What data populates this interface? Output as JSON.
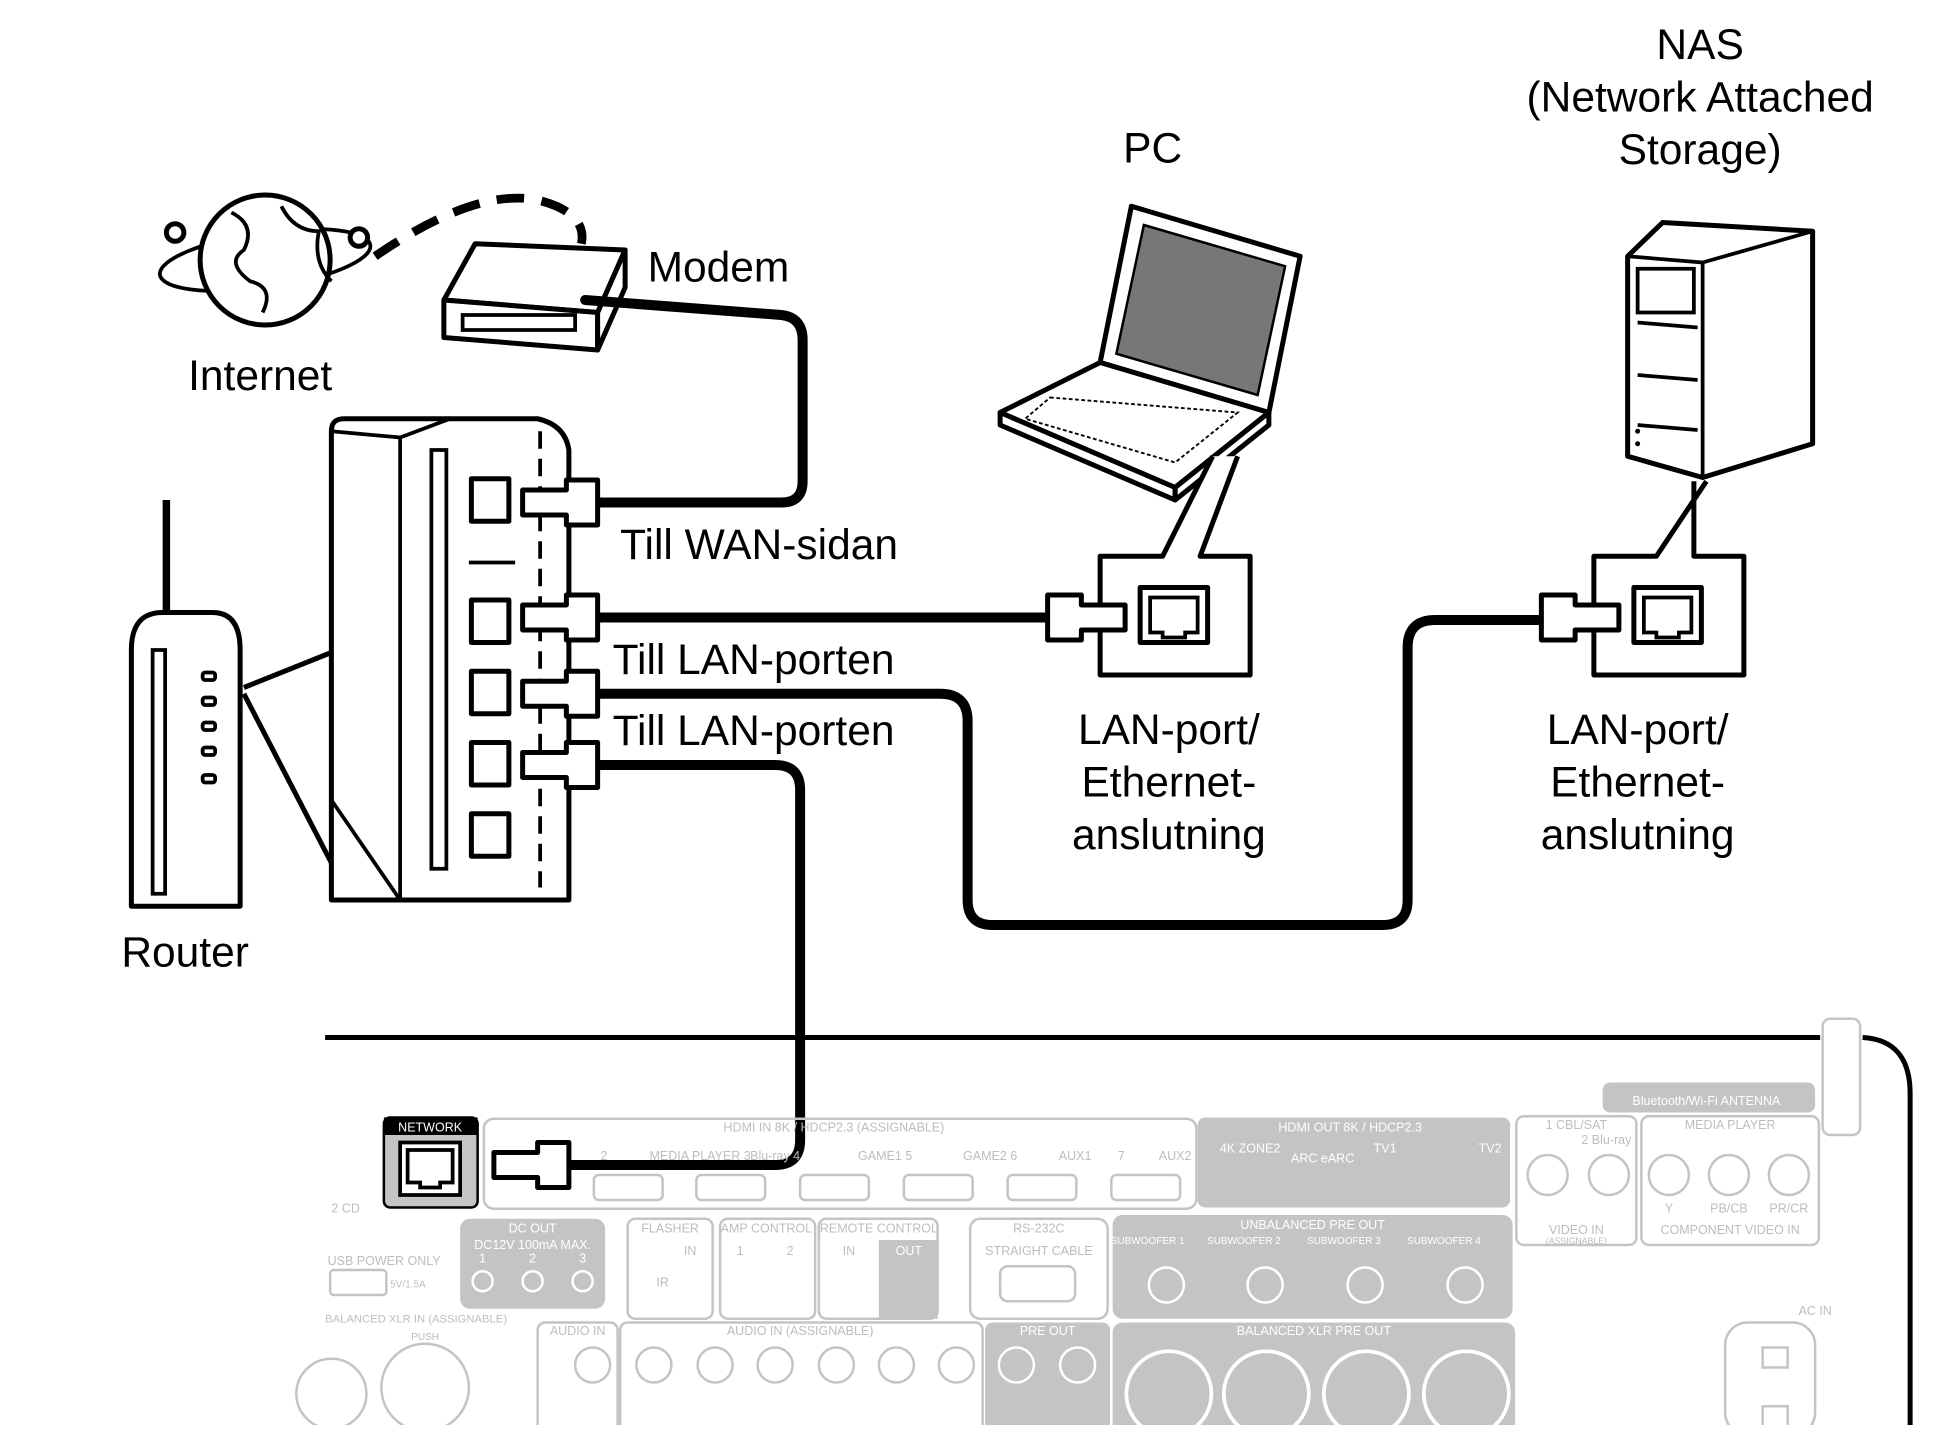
{
  "labels": {
    "nas_line1": "NAS",
    "nas_line2": "(Network Attached",
    "nas_line3": "Storage)",
    "pc": "PC",
    "modem": "Modem",
    "internet": "Internet",
    "router": "Router",
    "till_wan": "Till WAN-sidan",
    "till_lan_1": "Till LAN-porten",
    "till_lan_2": "Till LAN-porten",
    "pc_port_line1": "LAN-port/",
    "pc_port_line2": "Ethernet-",
    "pc_port_line3": "anslutning",
    "nas_port_line1": "LAN-port/",
    "nas_port_line2": "Ethernet-",
    "nas_port_line3": "anslutning"
  },
  "receiver_panel": {
    "network": "NETWORK",
    "hdmi_in": "HDMI IN  8K / HDCP2.3 (ASSIGNABLE)",
    "hdmi_inputs": [
      "2",
      "MEDIA PLAYER 3",
      "Blu-ray 4",
      "GAME1 5",
      "GAME2 6",
      "AUX1",
      "7",
      "AUX2"
    ],
    "hdmi_out": "HDMI OUT  8K / HDCP2.3",
    "hdmi_out_items": [
      "4K ZONE2",
      "ARC eARC",
      "TV1",
      "TV2"
    ],
    "bt_antenna": "Bluetooth/Wi-Fi ANTENNA",
    "video_in_items": [
      "1 CBL/SAT",
      "2 Blu-ray"
    ],
    "video_in": "VIDEO IN",
    "assignable": "(ASSIGNABLE)",
    "media_player": "MEDIA PLAYER",
    "component_items": [
      "Y",
      "PB/CB",
      "PR/CR"
    ],
    "component_video_in": "COMPONENT VIDEO IN",
    "dc_out": "DC OUT",
    "dc_out_spec": "DC12V 100mA MAX.",
    "dc_out_ports": [
      "1",
      "2",
      "3"
    ],
    "flasher": "FLASHER",
    "flasher_in": "IN",
    "flasher_ir": "IR",
    "amp_control": "AMP CONTROL",
    "amp_ports": [
      "1",
      "2"
    ],
    "remote_control": "REMOTE CONTROL",
    "remote_in": "IN",
    "remote_out": "OUT",
    "rs232c": "RS-232C",
    "straight_cable": "STRAIGHT CABLE",
    "unbalanced_pre_out": "UNBALANCED PRE OUT",
    "subwoofers": [
      "SUBWOOFER 1",
      "SUBWOOFER 2",
      "SUBWOOFER 3",
      "SUBWOOFER 4"
    ],
    "balanced_xlr_pre_out": "BALANCED XLR PRE OUT",
    "usb_power": "USB POWER ONLY",
    "usb_spec": "5V/1.5A",
    "cd": "2 CD",
    "balanced_xlr_in": "BALANCED XLR IN (ASSIGNABLE)",
    "push": "PUSH",
    "audio_in": "AUDIO IN",
    "audio_in_assignable": "AUDIO IN (ASSIGNABLE)",
    "pre_out": "PRE OUT",
    "ac_in": "AC IN"
  }
}
